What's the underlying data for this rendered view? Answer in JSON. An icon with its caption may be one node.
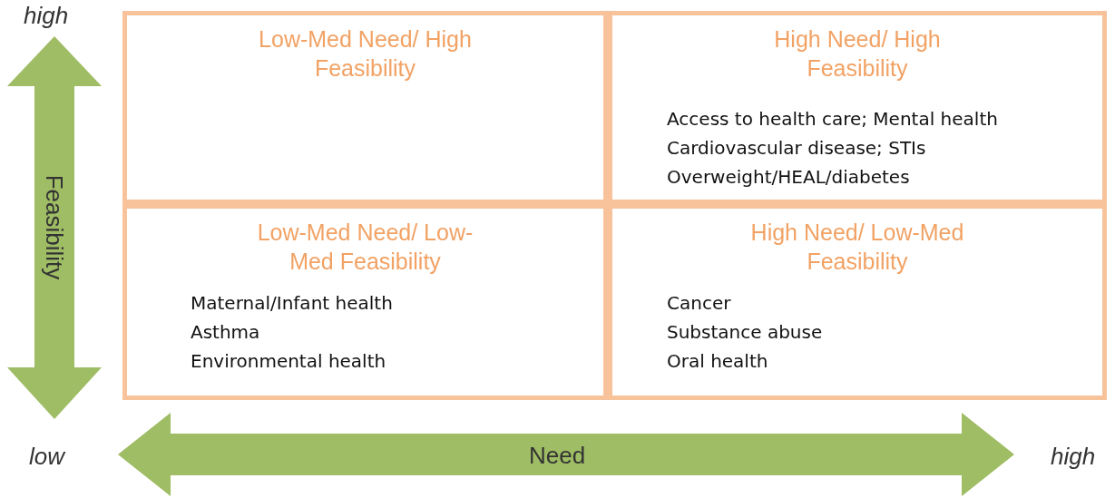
{
  "diagram": {
    "nodes": [
      {
        "text": [
          "Low-Med Need/ High Feasibility"
        ]
      },
      {
        "text": [
          "High Need/ High Feasibility",
          "Access to health care; Mental health",
          "Cardiovascular disease; STIs",
          "Overweight/HEAL/diabetes"
        ]
      },
      {
        "text": [
          "Low-Med Need/ Low-Med Feasibility",
          "Maternal/Infant health",
          "Asthma",
          "Environmental health"
        ]
      },
      {
        "text": [
          "High Need/ Low-Med Feasibility",
          "Cancer",
          "Substance abuse",
          "Oral health"
        ]
      }
    ],
    "labels": [
      "high",
      "Feasibility",
      "low",
      "Need",
      "high"
    ]
  }
}
